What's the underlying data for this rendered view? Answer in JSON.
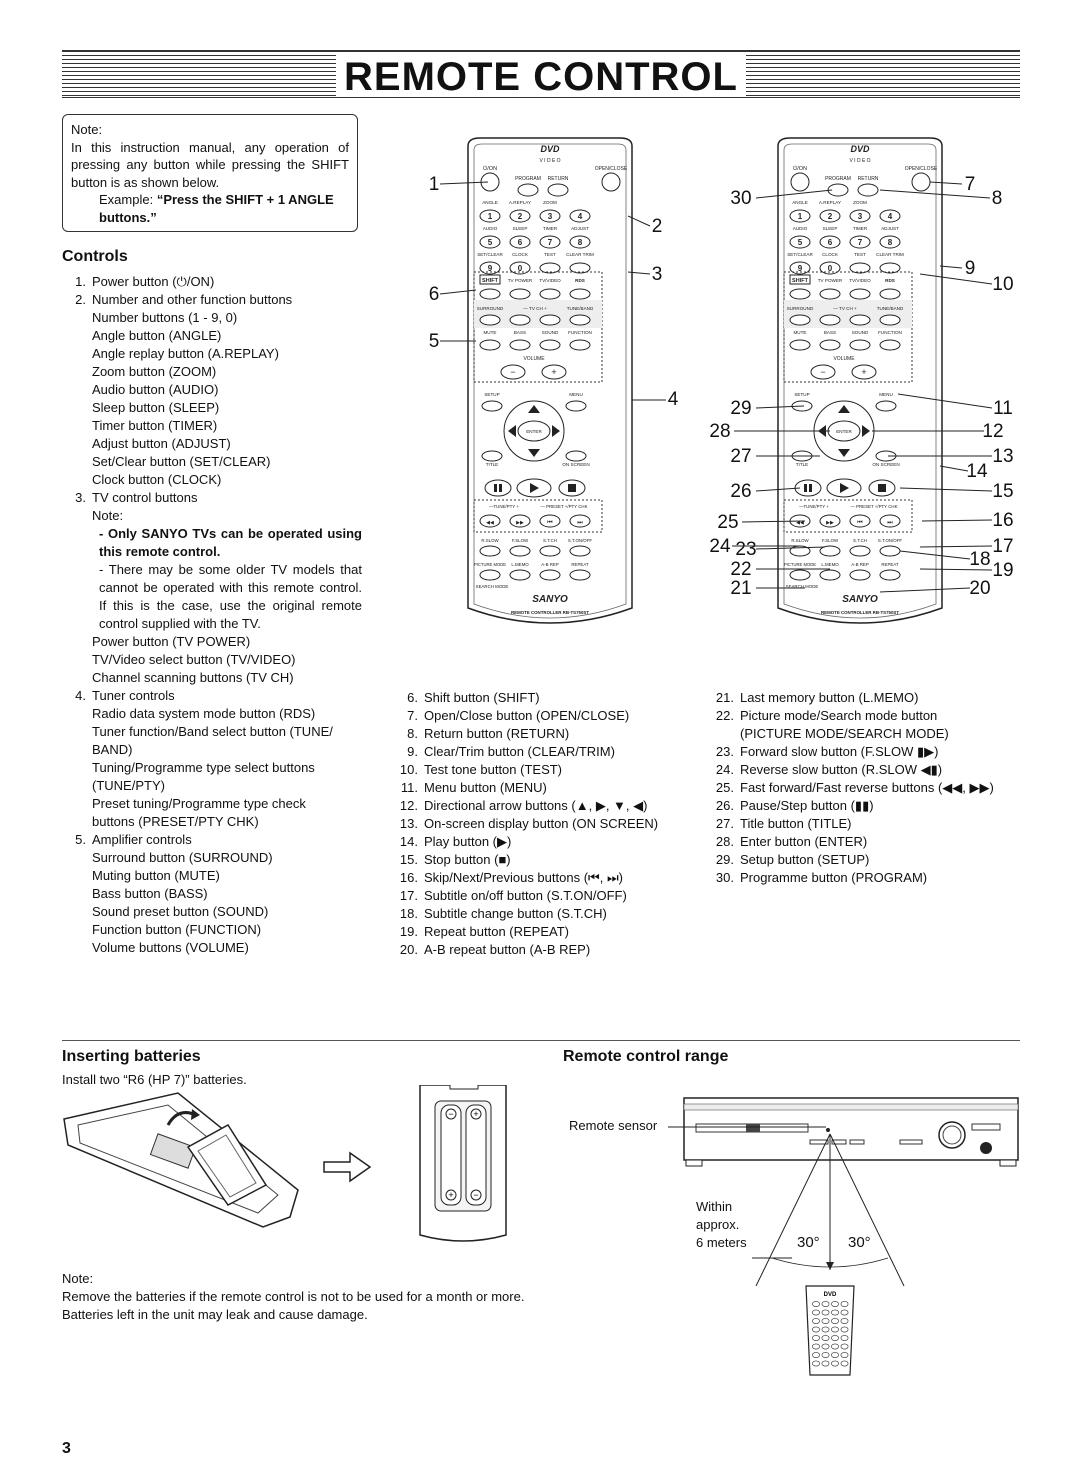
{
  "title": "REMOTE CONTROL",
  "note_box": {
    "label": "Note:",
    "text": "In this instruction manual, any operation of pressing any button while pressing the SHIFT button is as shown below.",
    "example_prefix": "Example: ",
    "example_bold": "“Press the SHIFT + 1 ANGLE buttons.”"
  },
  "controls": {
    "heading": "Controls",
    "left_items": [
      {
        "num": "1.",
        "text": "Power button (⏻/ON)"
      },
      {
        "num": "2.",
        "text": "Number and other function buttons"
      },
      {
        "num": "",
        "text": "Number buttons (1 - 9, 0)"
      },
      {
        "num": "",
        "text": "Angle button (ANGLE)"
      },
      {
        "num": "",
        "text": "Angle replay button (A.REPLAY)"
      },
      {
        "num": "",
        "text": "Zoom button (ZOOM)"
      },
      {
        "num": "",
        "text": "Audio button (AUDIO)"
      },
      {
        "num": "",
        "text": "Sleep button (SLEEP)"
      },
      {
        "num": "",
        "text": "Timer button (TIMER)"
      },
      {
        "num": "",
        "text": "Adjust button (ADJUST)"
      },
      {
        "num": "",
        "text": "Set/Clear button (SET/CLEAR)"
      },
      {
        "num": "",
        "text": "Clock button (CLOCK)"
      },
      {
        "num": "3.",
        "text": "TV control buttons"
      },
      {
        "num": "",
        "text": "Note:"
      }
    ],
    "tv_note_bold": "-  Only SANYO TVs can be operated using this remote control.",
    "tv_note_plain": "-  There may be some older TV models that cannot be operated with this remote control. If this is the case, use the original remote control supplied with the TV.",
    "left_items_2": [
      {
        "num": "",
        "text": "Power button (TV POWER)"
      },
      {
        "num": "",
        "text": "TV/Video select button (TV/VIDEO)"
      },
      {
        "num": "",
        "text": "Channel scanning buttons (TV CH)"
      },
      {
        "num": "4.",
        "text": "Tuner controls"
      },
      {
        "num": "",
        "text": "Radio data system mode button (RDS)"
      },
      {
        "num": "",
        "text": "Tuner function/Band select button (TUNE/"
      },
      {
        "num": "",
        "text": "BAND)"
      },
      {
        "num": "",
        "text": "Tuning/Programme type select buttons"
      },
      {
        "num": "",
        "text": "(TUNE/PTY)"
      },
      {
        "num": "",
        "text": "Preset tuning/Programme type check"
      },
      {
        "num": "",
        "text": "buttons (PRESET/PTY CHK)"
      },
      {
        "num": "5.",
        "text": "Amplifier controls"
      },
      {
        "num": "",
        "text": "Surround button (SURROUND)"
      },
      {
        "num": "",
        "text": "Muting button (MUTE)"
      },
      {
        "num": "",
        "text": "Bass button (BASS)"
      },
      {
        "num": "",
        "text": "Sound preset button (SOUND)"
      },
      {
        "num": "",
        "text": "Function button (FUNCTION)"
      },
      {
        "num": "",
        "text": "Volume buttons (VOLUME)"
      }
    ],
    "mid_items": [
      {
        "num": "6.",
        "text": "Shift button (SHIFT)"
      },
      {
        "num": "7.",
        "text": "Open/Close button (OPEN/CLOSE)"
      },
      {
        "num": "8.",
        "text": "Return button (RETURN)"
      },
      {
        "num": "9.",
        "text": "Clear/Trim button (CLEAR/TRIM)"
      },
      {
        "num": "10.",
        "text": "Test tone button (TEST)"
      },
      {
        "num": "11.",
        "text": "Menu button (MENU)"
      },
      {
        "num": "12.",
        "text": "Directional arrow buttons (▲, ▶, ▼, ◀)"
      },
      {
        "num": "13.",
        "text": "On-screen display button (ON SCREEN)"
      },
      {
        "num": "14.",
        "text": "Play button (▶)"
      },
      {
        "num": "15.",
        "text": "Stop button (■)"
      },
      {
        "num": "16.",
        "text": "Skip/Next/Previous buttons (⏮, ⏭)"
      },
      {
        "num": "17.",
        "text": "Subtitle on/off button (S.T.ON/OFF)"
      },
      {
        "num": "18.",
        "text": "Subtitle change button (S.T.CH)"
      },
      {
        "num": "19.",
        "text": "Repeat button (REPEAT)"
      },
      {
        "num": "20.",
        "text": "A-B repeat button (A-B REP)"
      }
    ],
    "right_items": [
      {
        "num": "21.",
        "text": "Last memory button (L.MEMO)"
      },
      {
        "num": "22.",
        "text": "Picture mode/Search mode button"
      },
      {
        "num": "",
        "text": "(PICTURE MODE/SEARCH MODE)"
      },
      {
        "num": "23.",
        "text": "Forward slow button (F.SLOW ▮▶)"
      },
      {
        "num": "24.",
        "text": "Reverse slow button (R.SLOW ◀▮)"
      },
      {
        "num": "25.",
        "text": "Fast forward/Fast reverse buttons (◀◀, ▶▶)"
      },
      {
        "num": "26.",
        "text": "Pause/Step button (▮▮)"
      },
      {
        "num": "27.",
        "text": "Title button (TITLE)"
      },
      {
        "num": "28.",
        "text": "Enter button (ENTER)"
      },
      {
        "num": "29.",
        "text": "Setup button (SETUP)"
      },
      {
        "num": "30.",
        "text": "Programme button (PROGRAM)"
      }
    ]
  },
  "remote_labels": {
    "on": "⏻/ON",
    "open_close": "OPEN/CLOSE",
    "program": "PROGRAM",
    "return": "RETURN",
    "angle": "ANGLE",
    "a_replay": "A.REPLAY",
    "zoom": "ZOOM",
    "audio": "AUDIO",
    "sleep": "SLEEP",
    "timer": "TIMER",
    "adjust": "ADJUST",
    "set_clear": "SET/CLEAR",
    "clock": "CLOCK",
    "test": "TEST",
    "clear_trim": "CLEAR TRIM",
    "shift": "SHIFT",
    "tv_power": "TV POWER",
    "tv_video": "TV/VIDEO",
    "rds": "RDS",
    "surround": "SURROUND",
    "tv_ch": "— TV CH +",
    "tune_band": "TUNE/BAND",
    "mute": "MUTE",
    "bass": "BASS",
    "sound": "SOUND",
    "function": "FUNCTION",
    "volume": "VOLUME",
    "setup": "SETUP",
    "menu": "MENU",
    "enter": "ENTER",
    "title": "TITLE",
    "on_screen": "ON SCREEN",
    "tune_pty": "—TUNE/PTY +",
    "preset_pty": "— PRESET +/PTY CHK",
    "r_slow": "R.SLOW",
    "f_slow": "F.SLOW",
    "st_ch": "S.T.CH",
    "st_onoff": "S.T.ON/OFF",
    "picture_mode": "PICTURE MODE",
    "l_memo": "L.MEMO",
    "ab_rep": "A-B REP",
    "repeat": "REPEAT",
    "search_mode": "SEARCH MODE",
    "brand": "SANYO",
    "model": "REMOTE CONTROLLER RB-TS750ST",
    "dvd": "DVD",
    "video": "V I D E O",
    "keys": [
      "1",
      "2",
      "3",
      "4",
      "5",
      "6",
      "7",
      "8",
      "9",
      "0"
    ]
  },
  "callouts_left": [
    "1",
    "2",
    "3",
    "4",
    "5",
    "6"
  ],
  "callouts_right": [
    "7",
    "8",
    "9",
    "10",
    "11",
    "12",
    "13",
    "14",
    "15",
    "16",
    "17",
    "18",
    "19",
    "20",
    "21",
    "22",
    "23",
    "24",
    "25",
    "26",
    "27",
    "28",
    "29",
    "30"
  ],
  "batteries": {
    "heading": "Inserting batteries",
    "instruction": "Install two “R6 (HP 7)” batteries.",
    "note_label": "Note:",
    "note_text": "Remove the batteries if the remote control is not to be used for a month or more. Batteries left in the unit may leak and cause damage."
  },
  "range": {
    "heading": "Remote control range",
    "sensor_label": "Remote sensor",
    "distance_1": "Within",
    "distance_2": "approx.",
    "distance_3": "6 meters",
    "angle_left": "30°",
    "angle_right": "30°"
  },
  "page_number": "3"
}
